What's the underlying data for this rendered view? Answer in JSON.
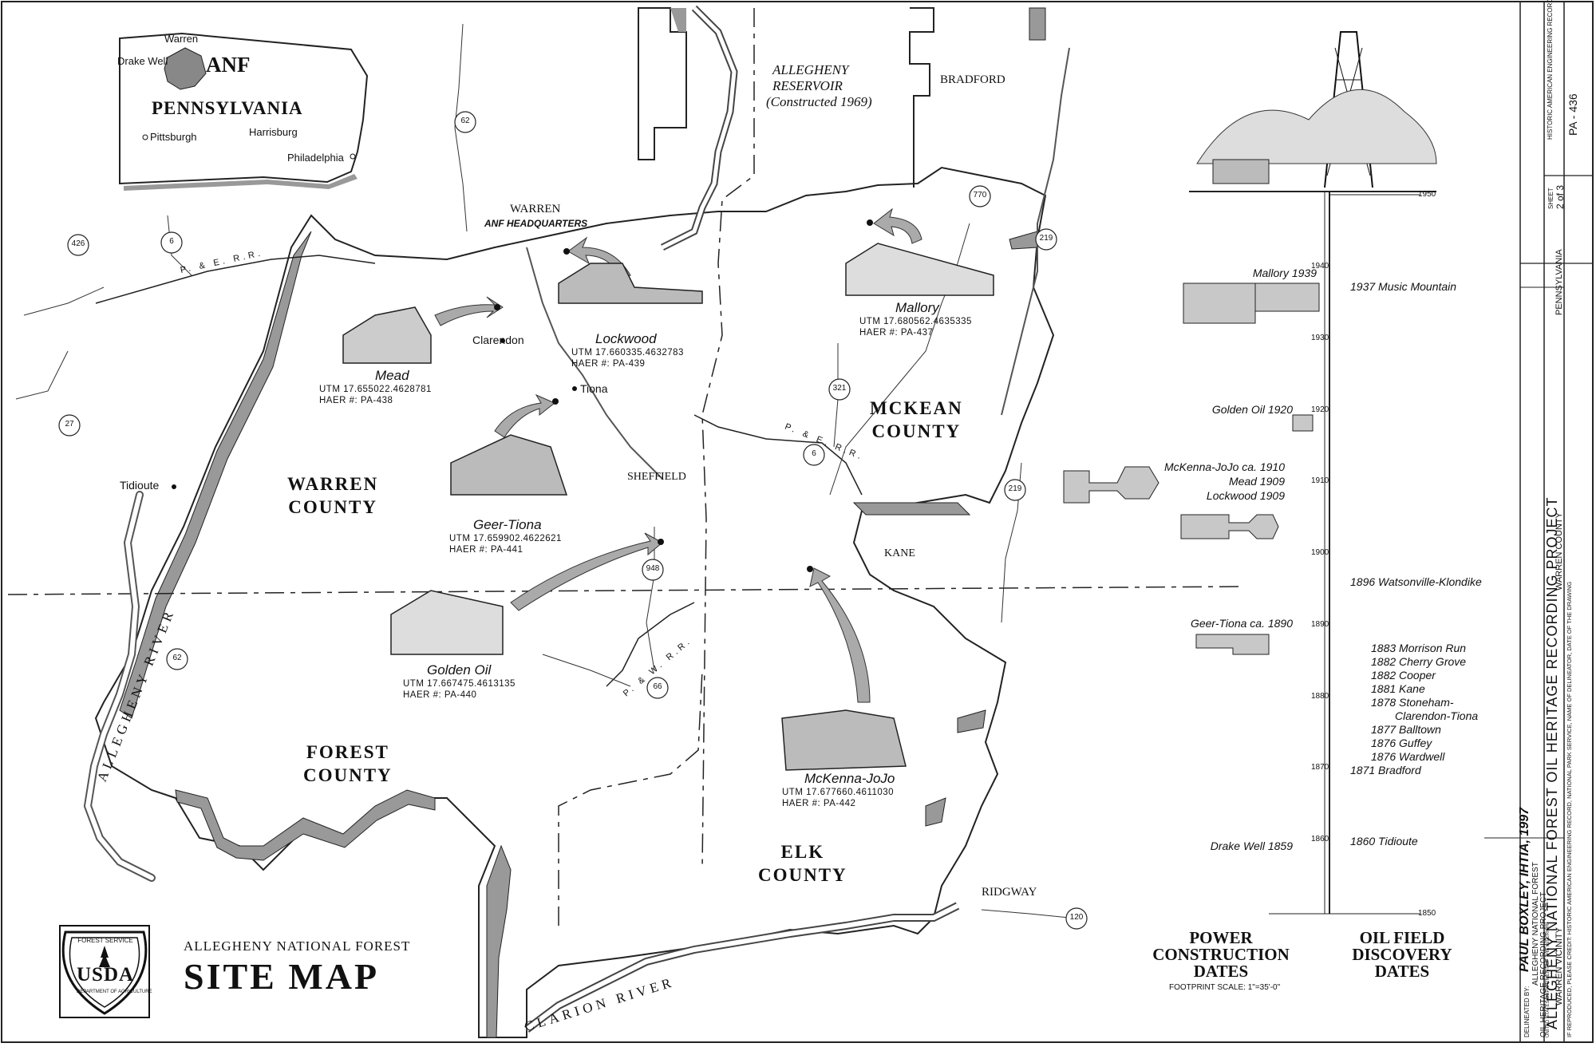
{
  "inset": {
    "state": "PENNSYLVANIA",
    "forest": "ANF",
    "towns": [
      "Warren",
      "Drake Well",
      "Pittsburgh",
      "Harrisburg",
      "Philadelphia"
    ]
  },
  "reservoir": {
    "line1": "ALLEGHENY",
    "line2": "RESERVOIR",
    "line3": "(Constructed 1969)"
  },
  "counties": [
    {
      "line1": "WARREN",
      "line2": "COUNTY"
    },
    {
      "line1": "MCKEAN",
      "line2": "COUNTY"
    },
    {
      "line1": "FOREST",
      "line2": "COUNTY"
    },
    {
      "line1": "ELK",
      "line2": "COUNTY"
    }
  ],
  "towns": {
    "bradford": "BRADFORD",
    "warren": "WARREN",
    "anf_hq": "ANF HEADQUARTERS",
    "clarendon": "Clarendon",
    "tiona": "Tiona",
    "sheffield": "SHEFFIELD",
    "tidioute": "Tidioute",
    "kane": "KANE",
    "ridgway": "RIDGWAY"
  },
  "railroads": [
    "P. & E. R.R.",
    "P. & E. R.R.",
    "P. & W. R.R."
  ],
  "rivers": {
    "allegheny": "ALLEGHENY RIVER",
    "clarion": "CLARION RIVER"
  },
  "routes": [
    "426",
    "6",
    "27",
    "62",
    "62",
    "770",
    "219",
    "321",
    "6",
    "948",
    "66",
    "219",
    "120"
  ],
  "sites": [
    {
      "name": "Mead",
      "utm": "UTM 17.655022.4628781",
      "haer": "HAER #: PA-438"
    },
    {
      "name": "Lockwood",
      "utm": "UTM 17.660335.4632783",
      "haer": "HAER #: PA-439"
    },
    {
      "name": "Mallory",
      "utm": "UTM 17.680562.4635335",
      "haer": "HAER #: PA-437"
    },
    {
      "name": "Geer-Tiona",
      "utm": "UTM 17.659902.4622621",
      "haer": "HAER #: PA-441"
    },
    {
      "name": "Golden Oil",
      "utm": "UTM 17.667475.4613135",
      "haer": "HAER #: PA-440"
    },
    {
      "name": "McKenna-JoJo",
      "utm": "UTM 17.677660.4611030",
      "haer": "HAER #: PA-442"
    }
  ],
  "timeline": {
    "years": [
      "1950",
      "1940",
      "1930",
      "1920",
      "1910",
      "1900",
      "1890",
      "1880",
      "1870",
      "1860",
      "1850"
    ],
    "power_dates": [
      "Mallory 1939",
      "Golden Oil 1920",
      "McKenna-JoJo ca. 1910",
      "Mead 1909",
      "Lockwood 1909",
      "Geer-Tiona ca. 1890",
      "Drake Well 1859"
    ],
    "discovery_dates": [
      "1937 Music Mountain",
      "1896 Watsonville-Klondike",
      "1883 Morrison Run",
      "1882 Cherry Grove",
      "1882 Cooper",
      "1881 Kane",
      "1878 Stoneham-",
      "Clarendon-Tiona",
      "1877 Balltown",
      "1876 Guffey",
      "1876 Wardwell",
      "1871 Bradford",
      "1860 Tidioute"
    ],
    "power_heading": [
      "POWER",
      "CONSTRUCTION",
      "DATES"
    ],
    "discovery_heading": [
      "OIL FIELD",
      "DISCOVERY",
      "DATES"
    ],
    "footprint_scale": "FOOTPRINT SCALE: 1\"=35'-0\""
  },
  "logo": {
    "top": "FOREST SERVICE",
    "center": "USDA",
    "bottom": "DEPARTMENT OF AGRICULTURE"
  },
  "title": {
    "line1": "ALLEGHENY NATIONAL FOREST",
    "line2": "SITE MAP"
  },
  "title_block": {
    "project": "ALLEGHENY NATIONAL FOREST OIL HERITAGE RECORDING PROJECT",
    "delineator_label": "DELINEATED BY:",
    "delineator": "PAUL BOXLEY, IHTIA, 1997",
    "agency1": "ALLEGHENY NATIONAL FOREST",
    "agency2": "OIL HERITAGE RECORDING PROJECT",
    "agency3": "UNITED STATES DEPARTMENT OF THE INTERIOR",
    "vicinity": "WARREN VICINITY",
    "county": "WARREN COUNTY",
    "state": "PENNSYLVANIA",
    "credit": "IF REPRODUCED, PLEASE CREDIT: HISTORIC AMERICAN ENGINEERING RECORD, NATIONAL PARK SERVICE, NAME OF DELINEATOR, DATE OF THE DRAWING",
    "sheet_label": "SHEET",
    "sheet": "2 of 3",
    "record": "HISTORIC AMERICAN ENGINEERING RECORD",
    "number": "PA - 436"
  }
}
